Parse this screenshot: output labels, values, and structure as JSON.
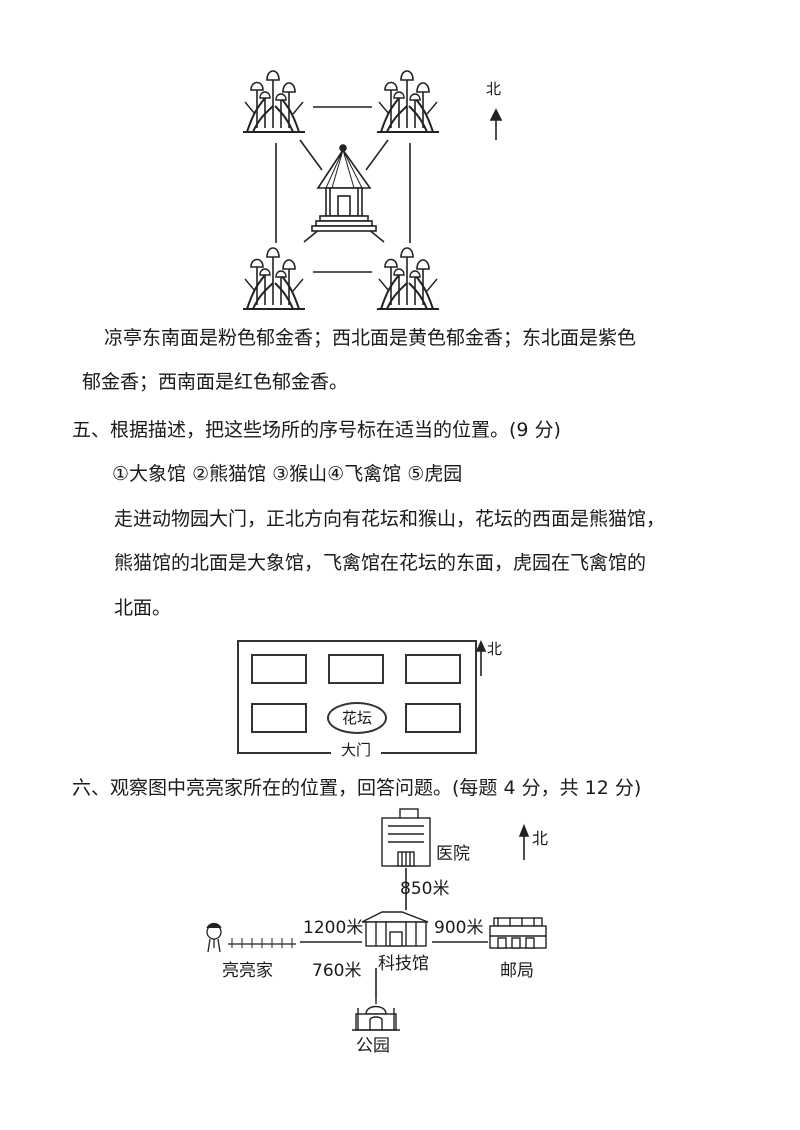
{
  "top_figure": {
    "north_label": "北"
  },
  "para1": {
    "line1": "凉亭东南面是粉色郁金香；西北面是黄色郁金香；东北面是紫色",
    "line2": "郁金香；西南面是红色郁金香。"
  },
  "section5": {
    "title": "五、根据描述，把这些场所的序号标在适当的位置。(9 分)",
    "options": "①大象馆   ②熊猫馆   ③猴山④飞禽馆   ⑤虎园",
    "desc_line1": "走进动物园大门，正北方向有花坛和猴山，花坛的西面是熊猫馆，",
    "desc_line2": "熊猫馆的北面是大象馆，飞禽馆在花坛的东面，虎园在飞禽馆的",
    "desc_line3": "北面。",
    "map": {
      "flower_bed": "花坛",
      "gate": "大门",
      "north_label": "北"
    }
  },
  "section6": {
    "title": "六、观察图中亮亮家所在的位置，回答问题。(每题 4 分，共 12 分)",
    "north_label": "北",
    "hospital": "医院",
    "dist_hospital": "850米",
    "dist_home_top": "1200米",
    "dist_home_bottom": "760米",
    "dist_post": "900米",
    "home": "亮亮家",
    "museum": "科技馆",
    "post_office": "邮局",
    "park": "公园"
  }
}
